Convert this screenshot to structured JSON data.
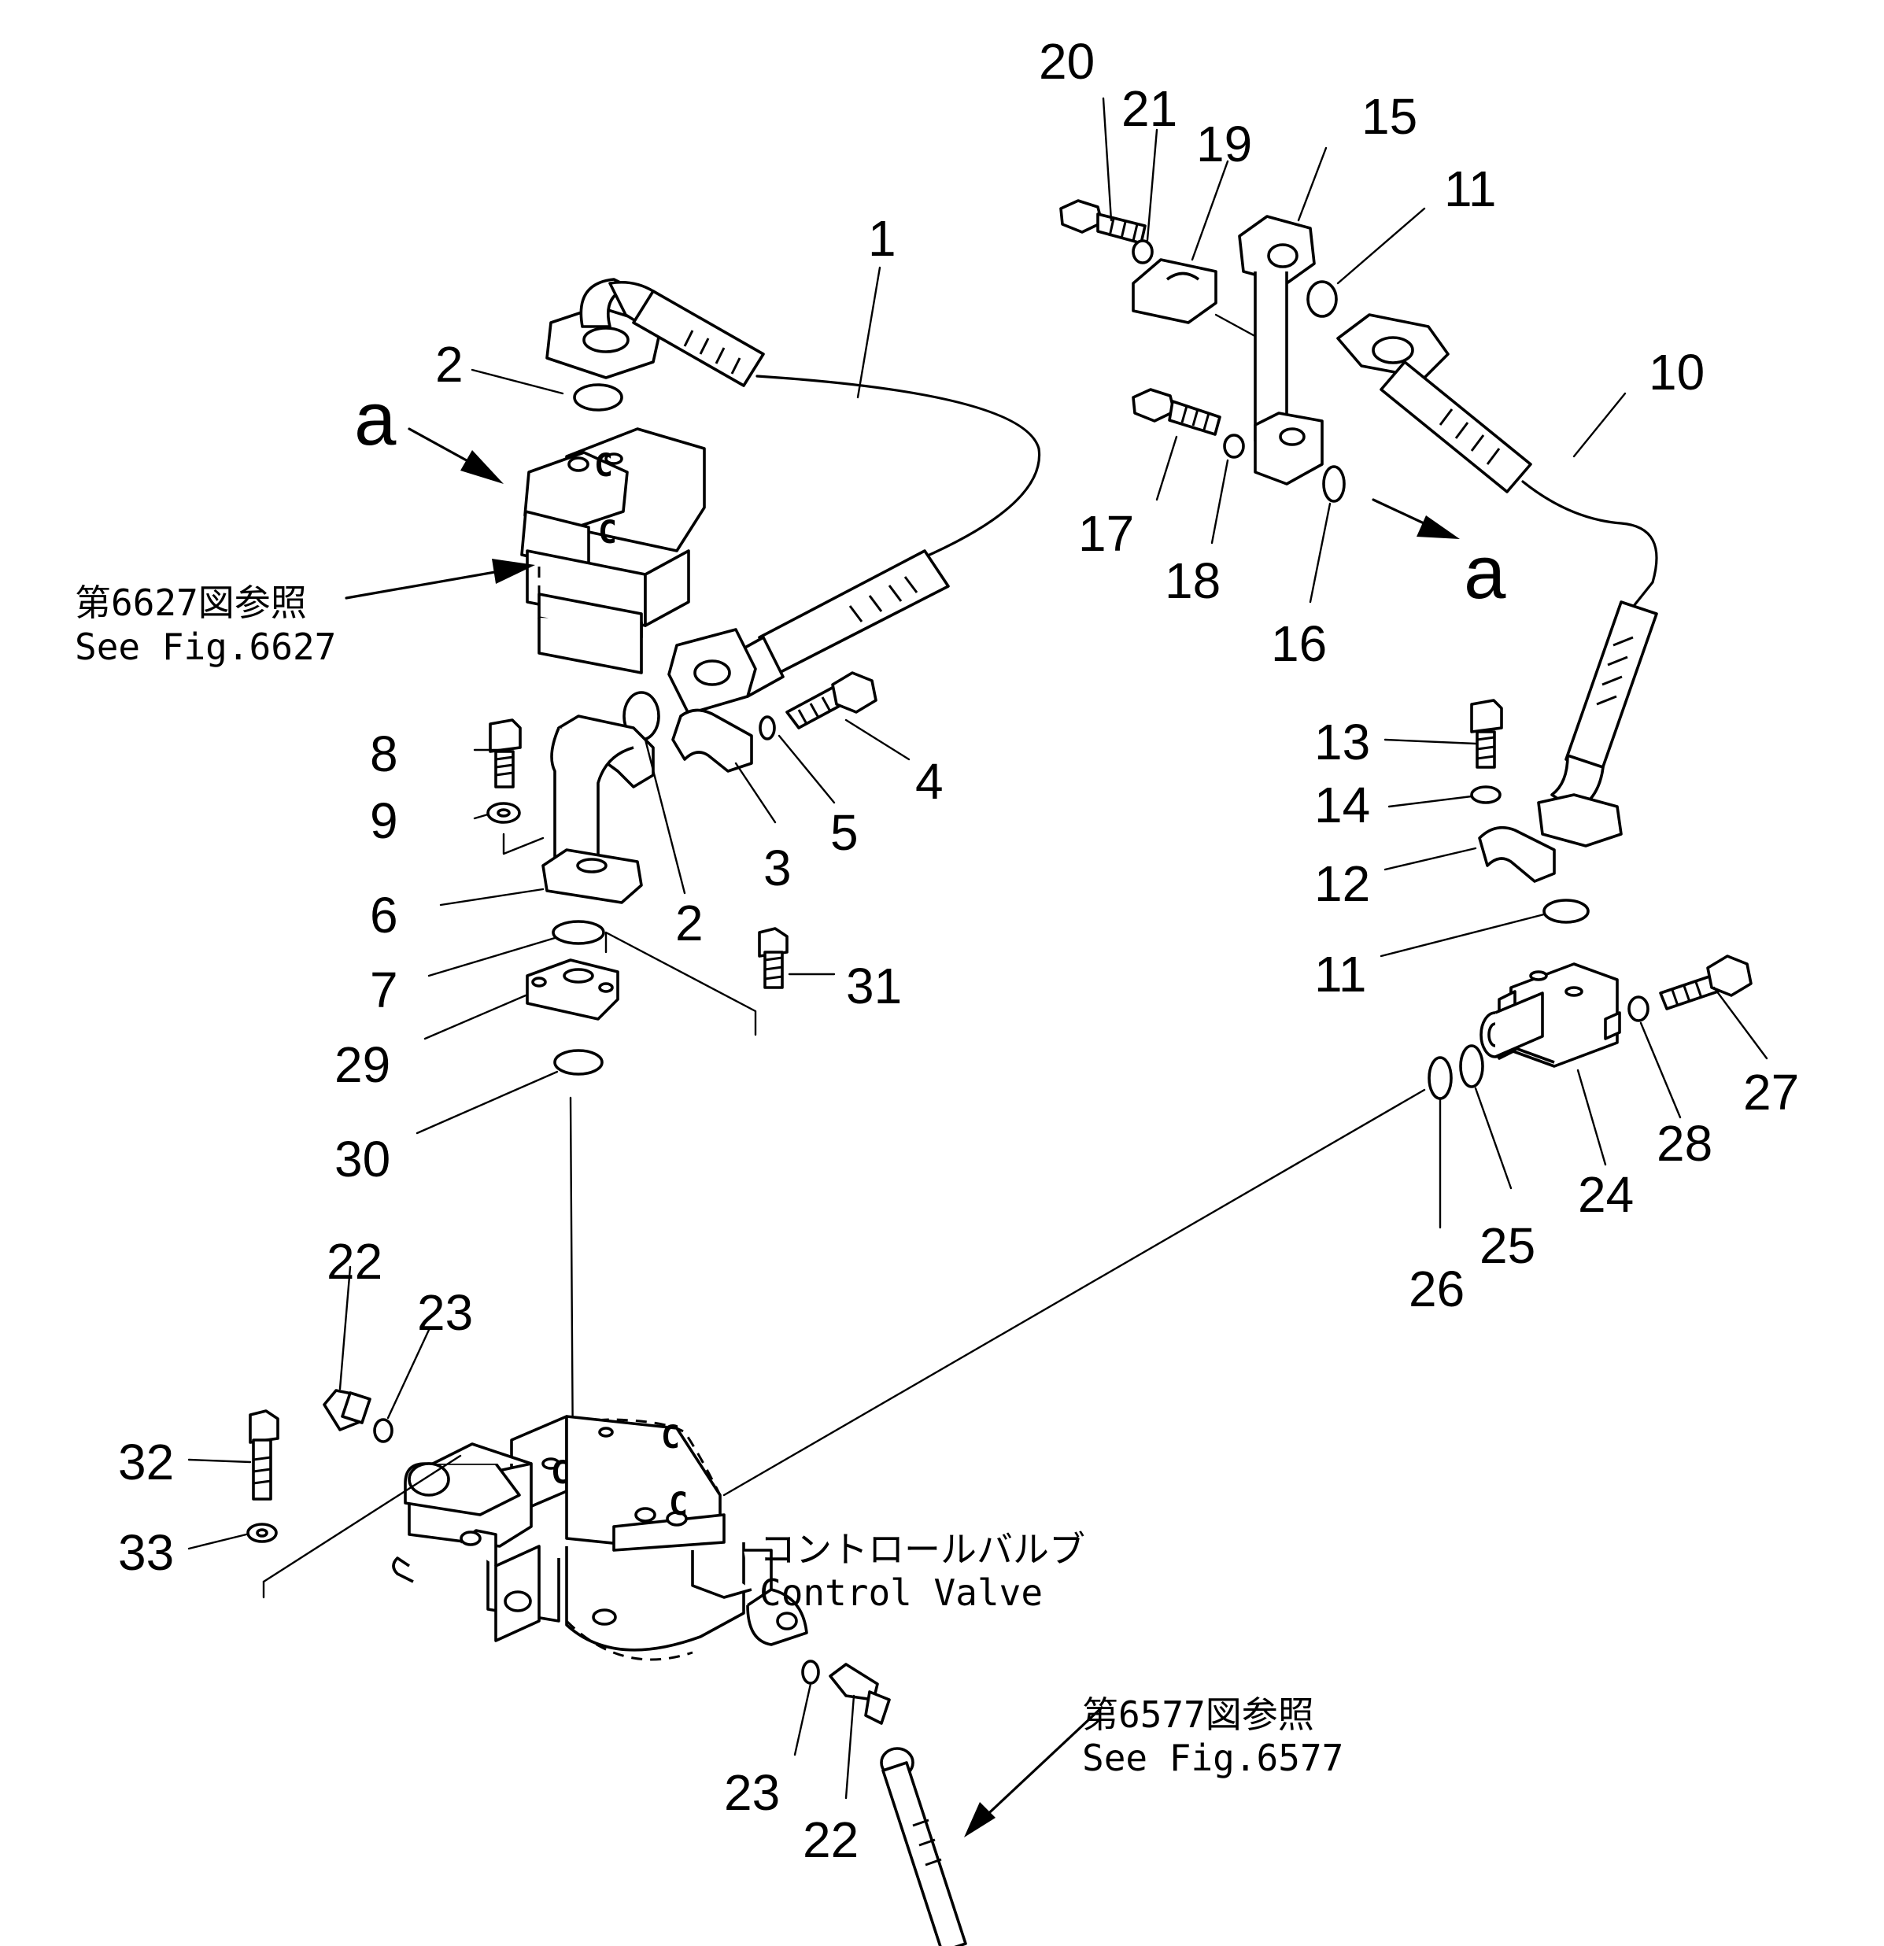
{
  "diagram": {
    "callouts": {
      "c1": "1",
      "c2a": "2",
      "c2b": "2",
      "c3": "3",
      "c4": "4",
      "c5": "5",
      "c6": "6",
      "c7": "7",
      "c8": "8",
      "c9": "9",
      "c10": "10",
      "c11a": "11",
      "c11b": "11",
      "c12": "12",
      "c13": "13",
      "c14": "14",
      "c15": "15",
      "c16": "16",
      "c17": "17",
      "c18": "18",
      "c19": "19",
      "c20": "20",
      "c21": "21",
      "c22a": "22",
      "c22b": "22",
      "c23a": "23",
      "c23b": "23",
      "c24": "24",
      "c25": "25",
      "c26": "26",
      "c27": "27",
      "c28": "28",
      "c29": "29",
      "c30": "30",
      "c31": "31",
      "c32": "32",
      "c33": "33"
    },
    "view_marks": {
      "left": "a",
      "right": "a"
    },
    "notes": {
      "ref_6627_jp": "第6627図参照",
      "ref_6627_en": "See Fig.6627",
      "ref_6577_jp": "第6577図参照",
      "ref_6577_en": "See Fig.6577",
      "valve_jp": "コントロールバルブ",
      "valve_en": "Control Valve"
    }
  }
}
